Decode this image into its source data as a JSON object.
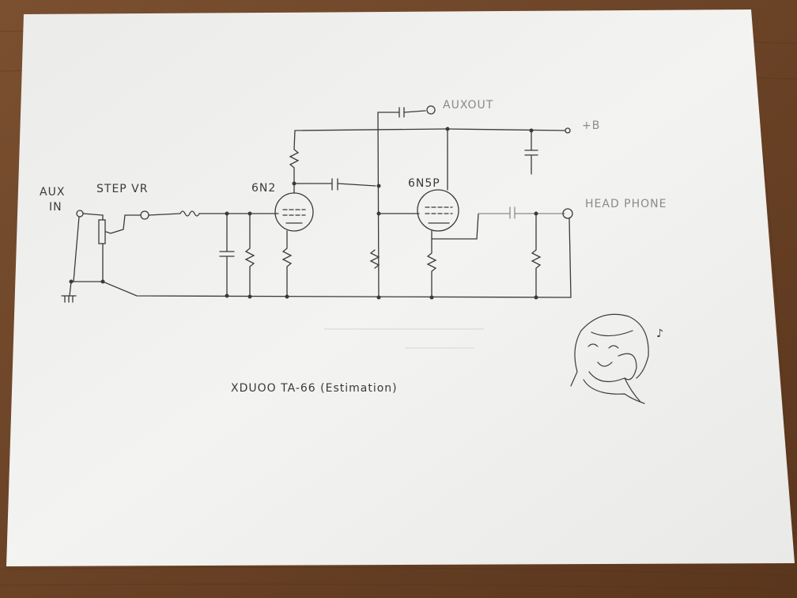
{
  "colors": {
    "table": "#6e4628",
    "paper": "#f4f4f2",
    "ink": "#3a3a3a",
    "ink_light": "#8c8c8c"
  },
  "labels": {
    "aux_in_1": "AUX",
    "aux_in_2": "IN",
    "step_vr": "STEP VR",
    "tube_1": "6N2",
    "tube_2": "6N5P",
    "aux_out": "AUXOUT",
    "plus_b": "+B",
    "headphone": "HEAD PHONE",
    "caption": "XDUOO TA-66 (Estimation)",
    "note_icon": "♪"
  },
  "icons": [
    "ground-icon",
    "musical-note-icon",
    "girl-doodle"
  ]
}
